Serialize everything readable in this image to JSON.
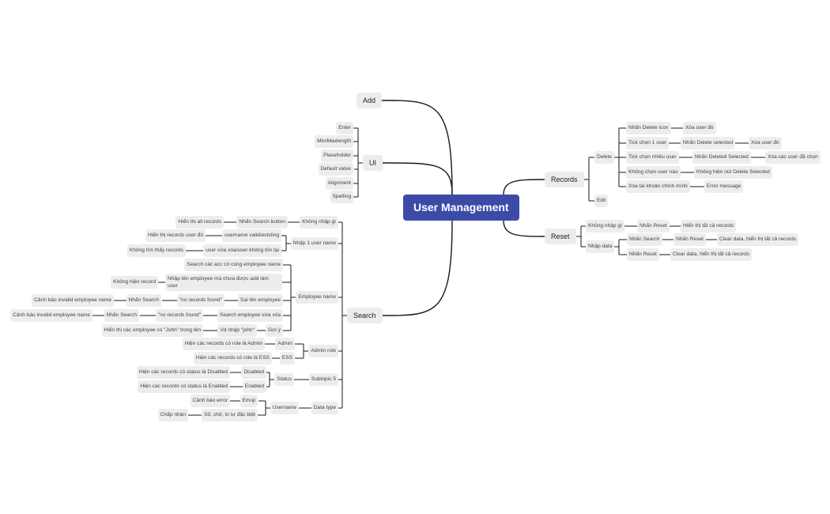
{
  "root": "User Management",
  "branches": {
    "add": "Add",
    "ui": "UI",
    "search": "Search",
    "records": "Records",
    "reset": "Reset"
  },
  "ui_items": [
    "Enter",
    "Min/Maxlength",
    "Placeholder",
    "Default value",
    "Alignment",
    "Spelling"
  ],
  "search": {
    "khong_nhap": {
      "label": "Không nhập gì",
      "chain": [
        "Nhấn Search button",
        "Hiển thị all records"
      ]
    },
    "nhap_user": {
      "label": "Nhập 1 user name",
      "valid": [
        "username valid/existing",
        "Hiển thị records user đó"
      ],
      "deleted": [
        "user vừa xóa/user không tồn tại",
        "Không tìm thấy records"
      ]
    },
    "employee": {
      "label": "Employee name",
      "search_acc": "Search các acc có cùng employee name",
      "unadded": [
        "Nhập tên employee mà chưa được add làm user",
        "Không hiện record"
      ],
      "wrong": [
        "Sai tên employee",
        "\"no records found\"",
        "Nhấn Search",
        "Cảnh báo invalid employee name"
      ],
      "deleted": [
        "Search employee vừa xóa",
        "\"no records found\"",
        "Nhấn Search",
        "Cảnh báo invalid employee name"
      ],
      "suggest": [
        "Gợi ý",
        "Vd nhập \"john\"",
        "Hiển thị các employee có \"John\" trong tên"
      ]
    },
    "admin_role": {
      "label": "Admin role",
      "admin": [
        "Admin",
        "Hiện các records có role là Admin"
      ],
      "ess": [
        "ESS",
        "Hiện các records có role là ESS"
      ]
    },
    "subtopic": {
      "label": "Subtopic 5",
      "status": "Status",
      "disabled": [
        "Disabled",
        "Hiện các records có status là Disabled"
      ],
      "enabled": [
        "Enabled",
        "Hiện các records có status là Enabled"
      ]
    },
    "data_type": {
      "label": "Data type",
      "username": "Username",
      "emoji": [
        "Emoji",
        "Cảnh báo error"
      ],
      "chars": [
        "Số, chữ, kí tự đặc biệt",
        "Chấp nhận"
      ]
    }
  },
  "records": {
    "delete": "Delete",
    "edit": "Edit",
    "rows": [
      [
        "Nhấn Delete icon",
        "Xóa user đó"
      ],
      [
        "Tick chọn 1 user",
        "Nhấn Delete selected",
        "Xóa user đó"
      ],
      [
        "Tick chọn nhiều user",
        "Nhấn Deleted Selected",
        "Xóa các user đã chọn"
      ],
      [
        "Không chọn user nào",
        "Không hiện nút Delete Selected"
      ],
      [
        "Xóa tài khoản chính mình",
        "Error message"
      ]
    ]
  },
  "reset": {
    "khong_nhap": [
      "Không nhập gì",
      "Nhấn Reset",
      "Hiển thị tất cả records"
    ],
    "nhap_data": "Nhập data",
    "rows": [
      [
        "Nhấn Search",
        "Nhấn Reset",
        "Clear data, hiển thị tất cả records"
      ],
      [
        "Nhấn Reset",
        "Clear data, hiển thị tất cả records"
      ]
    ]
  }
}
